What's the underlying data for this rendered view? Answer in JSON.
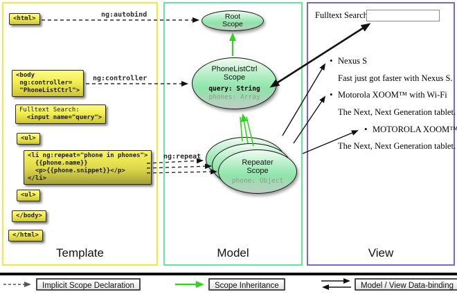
{
  "colors": {
    "template_border": "#f2e93e",
    "model_border": "#63e7a0",
    "view_border": "#7a64d8",
    "inheritance_green": "#2fd41c",
    "box_yellow": "#f3ee4e"
  },
  "annotations": {
    "autobind": "ng:autobind",
    "controller": "ng:controller",
    "repeat": "ng:repeat"
  },
  "template": {
    "label": "Template",
    "html_open": "<html>",
    "body_open": "<body\n ng:controller=\n \"PhoneListCtrl\">",
    "fulltext_label": "Fulltext Search:",
    "fulltext_input": "  <input name=\"query\">",
    "ul_open": "<ul>",
    "li_repeat": "<li ng:repeat=\"phone in phones\">\n  {{phone.name}}\n  <p>{{phone.snippet}}</p>\n</li>",
    "ul_close": "<ul>",
    "body_close": "</body>",
    "html_close": "</html>"
  },
  "model": {
    "label": "Model",
    "root_scope_title": "Root\nScope",
    "ctrl_scope_title": "PhoneListCtrl\nScope",
    "ctrl_prop_query": "query: String",
    "ctrl_prop_phones": "phones: Array",
    "repeater_scope_title": "Repeater\nScope",
    "repeater_prop": "phone: Object"
  },
  "view": {
    "label": "View",
    "search_label": "Fulltext Search:",
    "search_value": "",
    "bullet": "•",
    "items": [
      {
        "name": "Nexus S",
        "snippet": "Fast just got faster with Nexus S."
      },
      {
        "name": "Motorola XOOM™  with Wi-Fi",
        "snippet": "The Next, Next Generation tablet."
      },
      {
        "name": "MOTOROLA XOOM™",
        "snippet": "The Next, Next Generation tablet."
      }
    ]
  },
  "legend": {
    "implicit": "Implicit Scope Declaration",
    "inheritance": "Scope Inheritance",
    "binding": "Model / View Data-binding"
  }
}
